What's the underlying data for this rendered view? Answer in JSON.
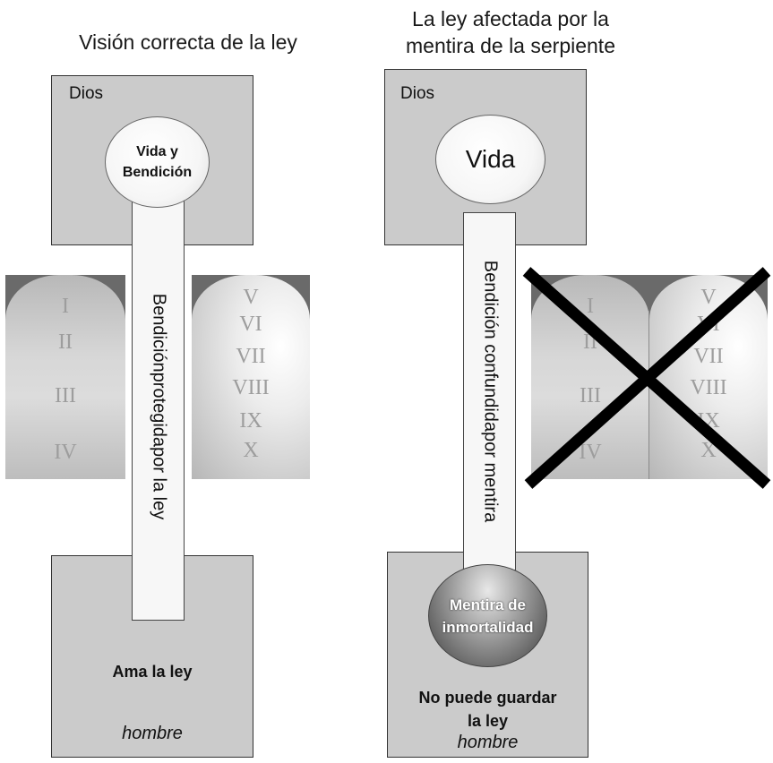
{
  "left": {
    "title": "Visión correcta de la ley",
    "top_label": "Dios",
    "circle_text_line1": "Vida y",
    "circle_text_line2": "Bendición",
    "bar_text": "Bendiciónprotegidapor la ley",
    "tablet_left_numerals": [
      "I",
      "II",
      "III",
      "IV"
    ],
    "tablet_right_numerals": [
      "V",
      "VI",
      "VII",
      "VIII",
      "IX",
      "X"
    ],
    "bottom_text": "Ama la ley",
    "bottom_label": "hombre"
  },
  "right": {
    "title_line1": "La ley afectada por la",
    "title_line2": "mentira de la serpiente",
    "top_label": "Dios",
    "circle_text": "Vida",
    "bar_text": "Bendición confundidapor mentira",
    "tablet_left_numerals": [
      "I",
      "II",
      "III",
      "IV"
    ],
    "tablet_right_numerals": [
      "V",
      "VI",
      "VII",
      "VIII",
      "IX",
      "X"
    ],
    "dark_circle_line1": "Mentira de",
    "dark_circle_line2": "inmortalidad",
    "bottom_text_line1": "No puede guardar",
    "bottom_text_line2": "la ley",
    "bottom_label": "hombre"
  }
}
